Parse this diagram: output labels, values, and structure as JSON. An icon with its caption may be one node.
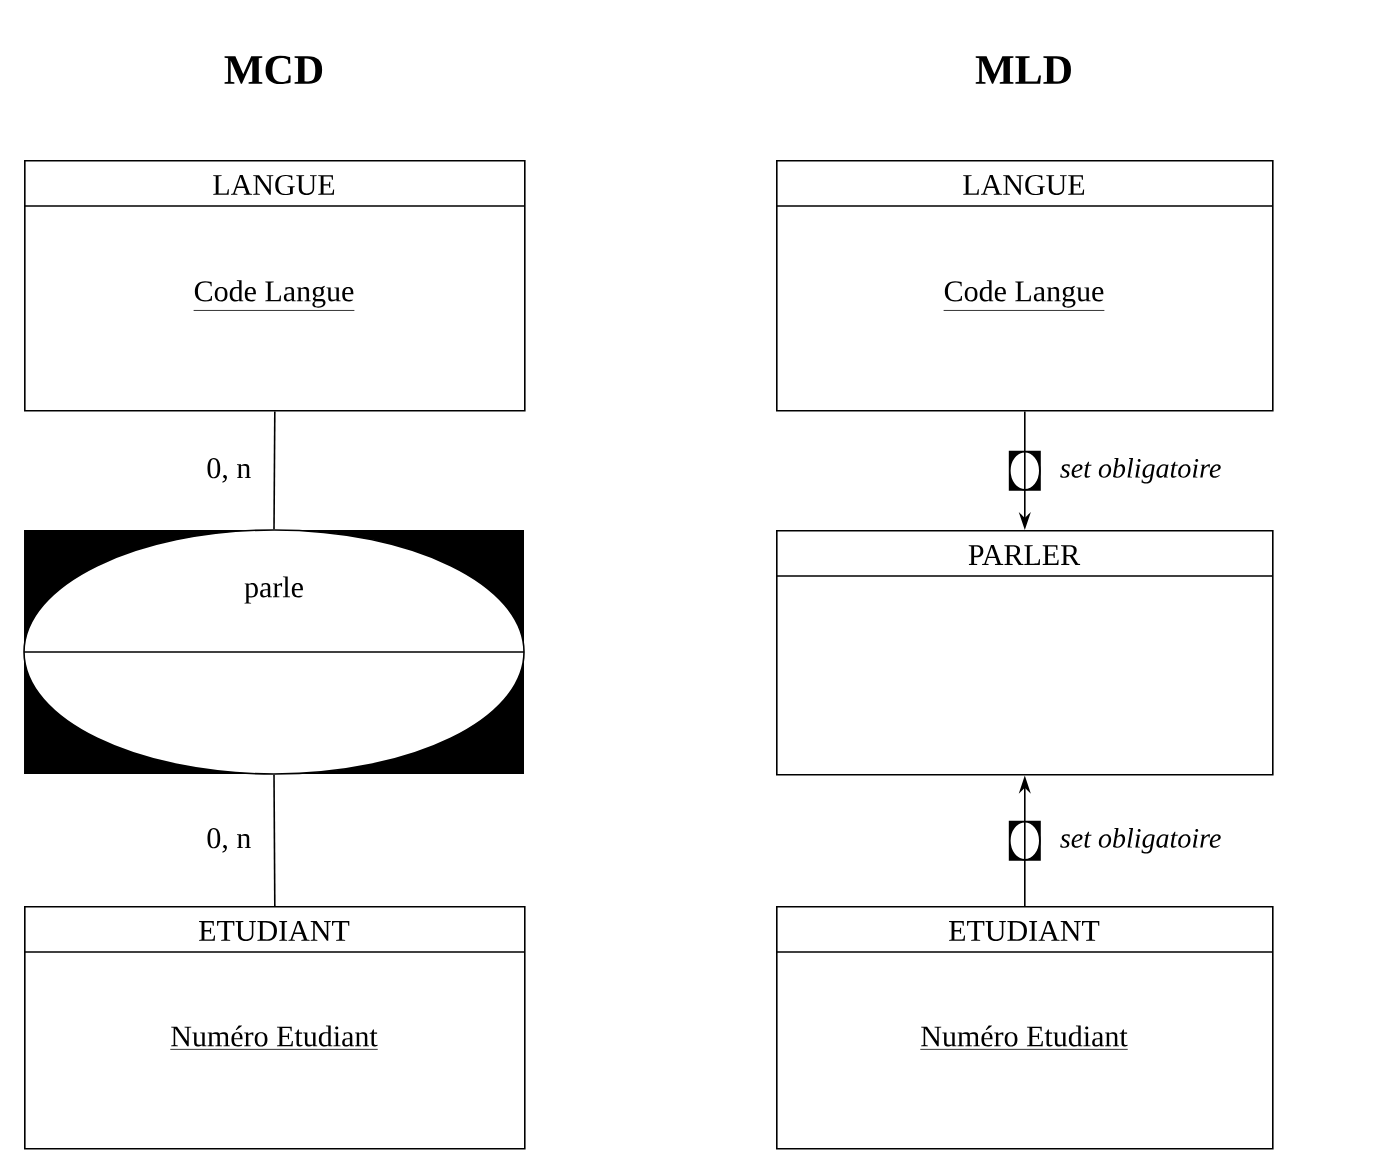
{
  "diagram": {
    "nodes": [
      {
        "text": [
          "LANGUE",
          "Code Langue"
        ]
      },
      {
        "text": [
          "parle"
        ]
      },
      {
        "text": [
          "ETUDIANT",
          "Numéro Etudiant"
        ]
      },
      {
        "text": [
          "LANGUE",
          "Code Langue"
        ]
      },
      {
        "text": [
          "PARLER"
        ]
      },
      {
        "text": [
          "ETUDIANT",
          "Numéro Etudiant"
        ]
      }
    ],
    "edges": [
      {
        "from": 0,
        "to": 1,
        "arrow": "none",
        "label": "0, n"
      },
      {
        "from": 1,
        "to": 2,
        "arrow": "none",
        "label": "0, n"
      },
      {
        "from": 3,
        "to": 4,
        "arrow": "to",
        "label": "set obligatoire"
      },
      {
        "from": 5,
        "to": 4,
        "arrow": "to",
        "label": "set obligatoire"
      }
    ],
    "labels": [
      "MCD",
      "MLD"
    ]
  }
}
